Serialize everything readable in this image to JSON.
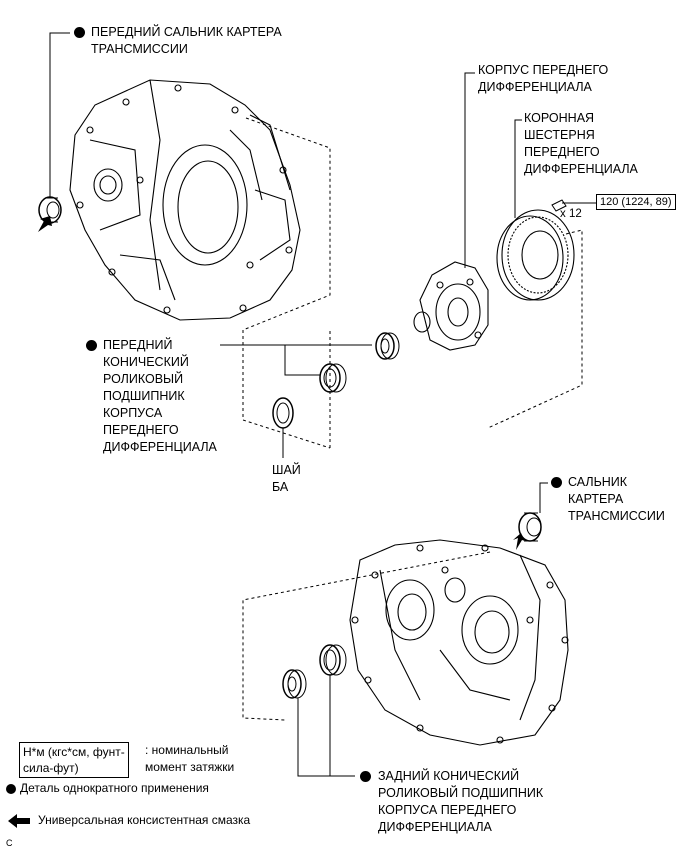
{
  "labels": {
    "front_oil_seal": [
      "ПЕРЕДНИЙ САЛЬНИК КАРТЕРА",
      "ТРАНСМИССИИ"
    ],
    "diff_case": [
      "КОРПУС ПЕРЕДНЕГО",
      "ДИФФЕРЕНЦИАЛА"
    ],
    "ring_gear": [
      "КОРОННАЯ",
      "ШЕСТЕРНЯ",
      "ПЕРЕДНЕГО",
      "ДИФФЕРЕНЦИАЛА"
    ],
    "front_bearing": [
      "ПЕРЕДНИЙ",
      "КОНИЧЕСКИЙ",
      "РОЛИКОВЫЙ",
      "ПОДШИПНИК",
      "КОРПУСА",
      "ПЕРЕДНЕГО",
      "ДИФФЕРЕНЦИАЛА"
    ],
    "washer": [
      "ШАЙ",
      "БА"
    ],
    "case_oil_seal": [
      "САЛЬНИК",
      "КАРТЕРА",
      "ТРАНСМИССИИ"
    ],
    "rear_bearing": [
      "ЗАДНИЙ КОНИЧЕСКИЙ",
      "РОЛИКОВЫЙ ПОДШИПНИК",
      "КОРПУСА ПЕРЕДНЕГО",
      "ДИФФЕРЕНЦИАЛА"
    ]
  },
  "torque": {
    "value": "120 (1224, 89)",
    "count": "x 12"
  },
  "legend": {
    "torque_box": [
      "Н*м (кгс*см, фунт-",
      "сила-фут)"
    ],
    "torque_desc": [
      ": номинальный",
      "момент затяжки"
    ],
    "non_reusable": "Деталь однократного применения",
    "grease": "Универсальная консистентная смазка"
  },
  "corner_code": "C"
}
